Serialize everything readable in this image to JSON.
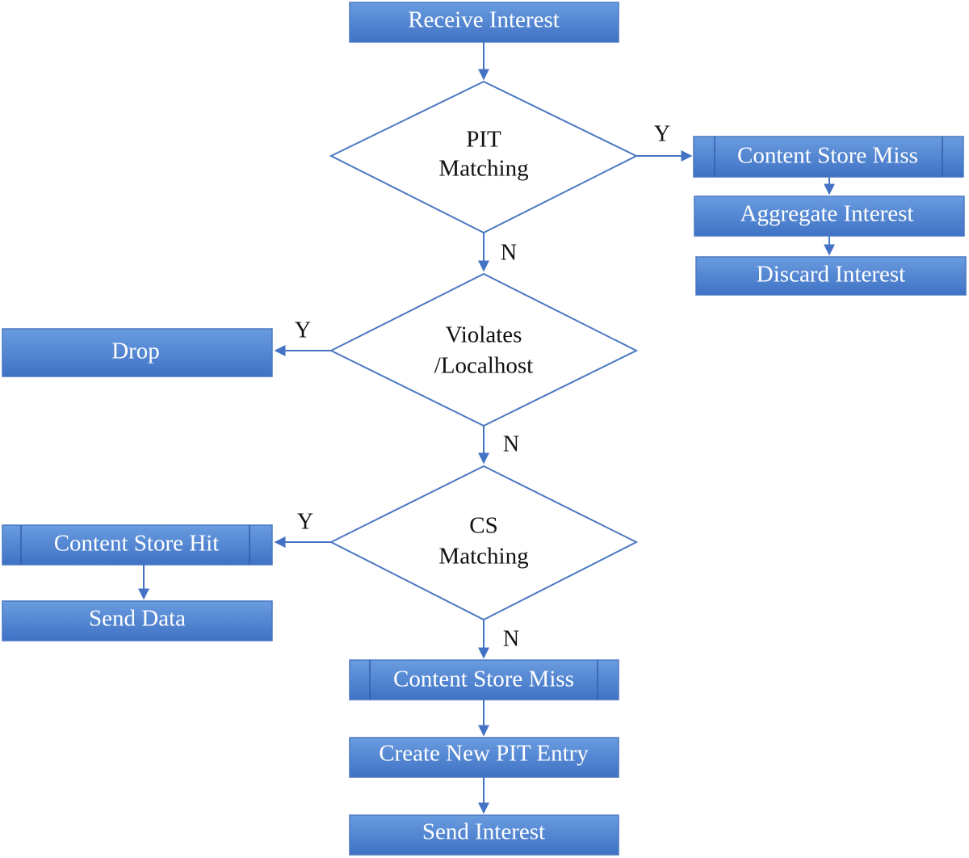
{
  "nodes": {
    "receive_interest": "Receive Interest",
    "pit_matching": [
      "PIT",
      "Matching"
    ],
    "content_store_miss_top": "Content Store Miss",
    "aggregate_interest": "Aggregate Interest",
    "discard_interest": "Discard Interest",
    "violates_localhost": [
      "Violates",
      "/Localhost"
    ],
    "drop": "Drop",
    "cs_matching": [
      "CS",
      "Matching"
    ],
    "content_store_hit": "Content Store Hit",
    "send_data": "Send Data",
    "content_store_miss_bottom": "Content Store Miss",
    "create_new_pit_entry": "Create New PIT Entry",
    "send_interest": "Send Interest"
  },
  "labels": {
    "yes": "Y",
    "no": "N"
  },
  "colors": {
    "box_top": "#6a9ce0",
    "box_bottom": "#3f72c4",
    "edge": "#4472c4",
    "diamond_stroke": "#4a78c2"
  }
}
